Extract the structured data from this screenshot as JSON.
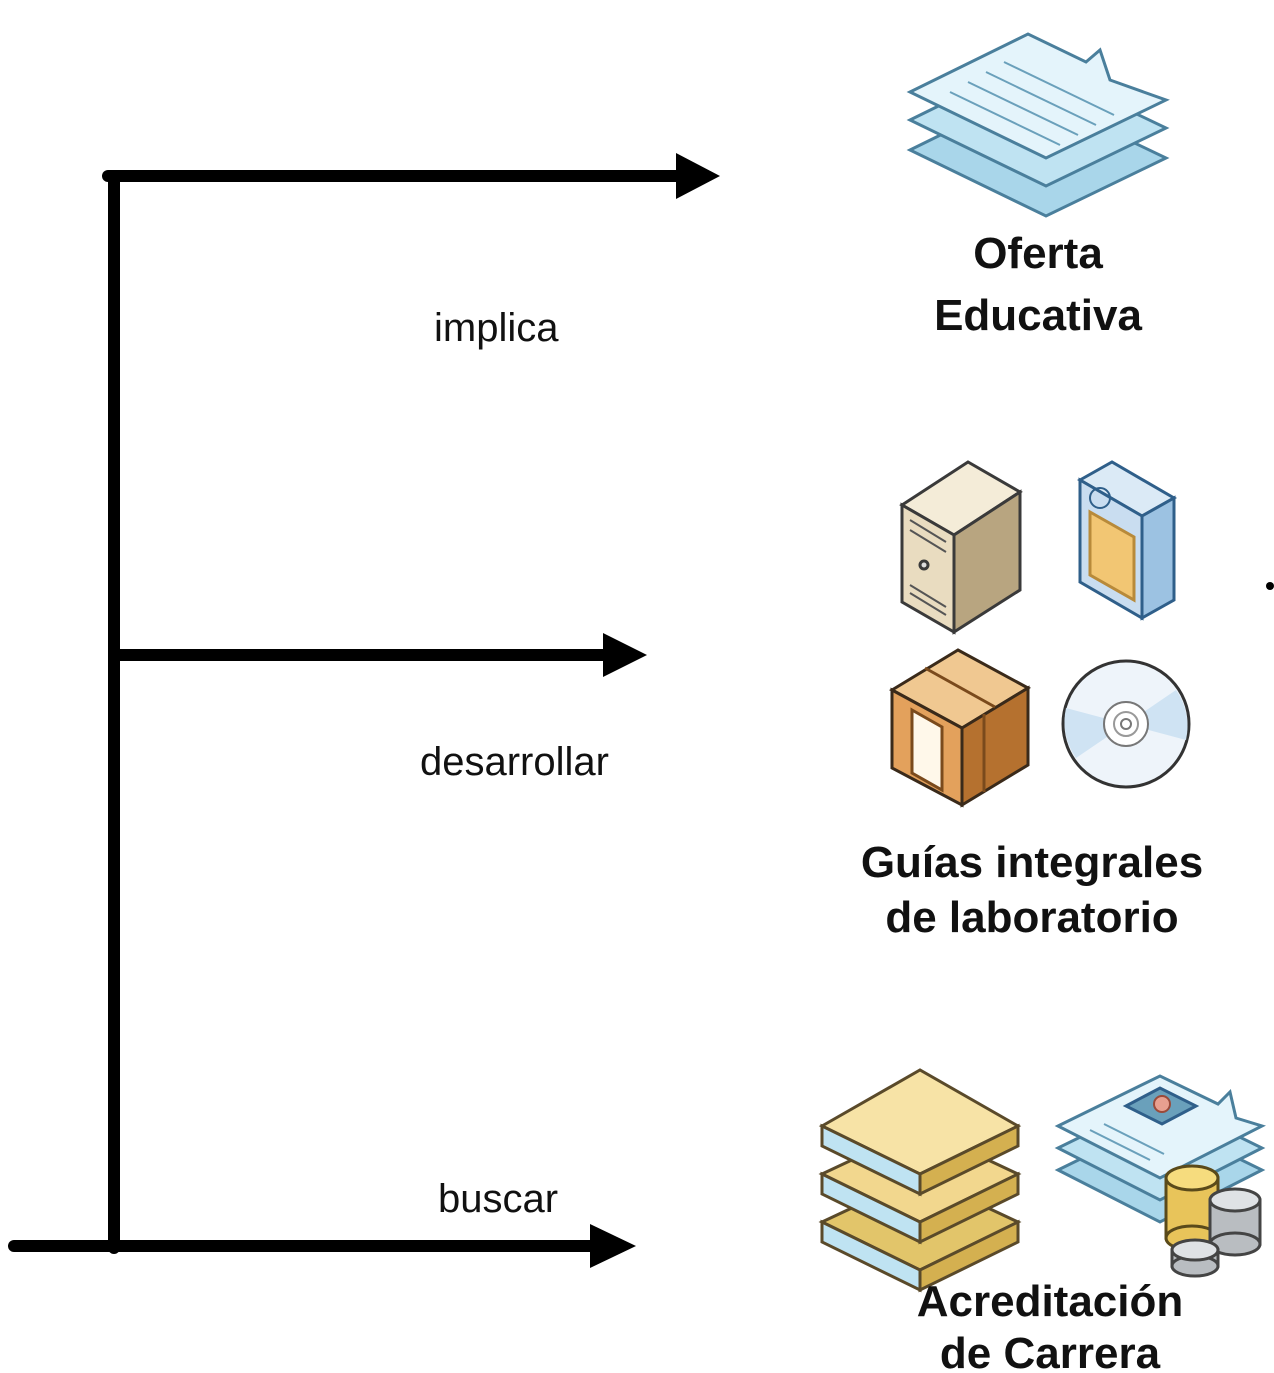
{
  "edges": [
    {
      "label": "implica"
    },
    {
      "label": "desarrollar"
    },
    {
      "label": "buscar"
    }
  ],
  "nodes": [
    {
      "title_lines": [
        "Oferta",
        "Educativa"
      ],
      "icons": [
        "stacked-documents-icon"
      ]
    },
    {
      "title_lines": [
        "Guías integrales",
        "de laboratorio"
      ],
      "icons": [
        "server-tower-icon",
        "software-box-icon",
        "shipping-crate-icon",
        "cd-disc-icon"
      ]
    },
    {
      "title_lines": [
        "Acreditación",
        "de Carrera"
      ],
      "icons": [
        "stacked-books-icon",
        "certificate-documents-icon",
        "coin-stacks-icon"
      ]
    }
  ],
  "colors": {
    "line": "#000000",
    "doc_blue": "#bfe3f2",
    "doc_stroke": "#4a7f9c",
    "beige": "#e9dcc0",
    "orange": "#e3a15c",
    "yellow": "#f2d78e"
  }
}
